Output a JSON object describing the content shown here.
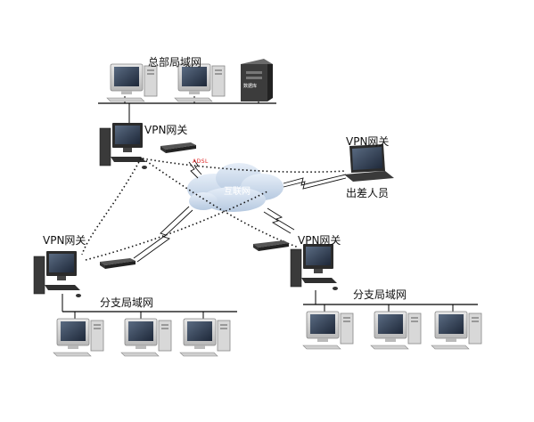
{
  "labels": {
    "hq_lan": "总部局域网",
    "gateway_hq": "VPN网关",
    "gateway_mobile": "VPN网关",
    "mobile_user": "出差人员",
    "internet": "互联网",
    "gateway_branch_left": "VPN网关",
    "gateway_branch_right": "VPN网关",
    "branch_lan_left": "分支局域网",
    "branch_lan_right": "分支局域网",
    "adsl": "ADSL",
    "server": "数据库"
  },
  "colors": {
    "line": "#000000",
    "cloud": "#c9d9ec",
    "tunnel": "#111111",
    "adsl": "#dd2222"
  }
}
